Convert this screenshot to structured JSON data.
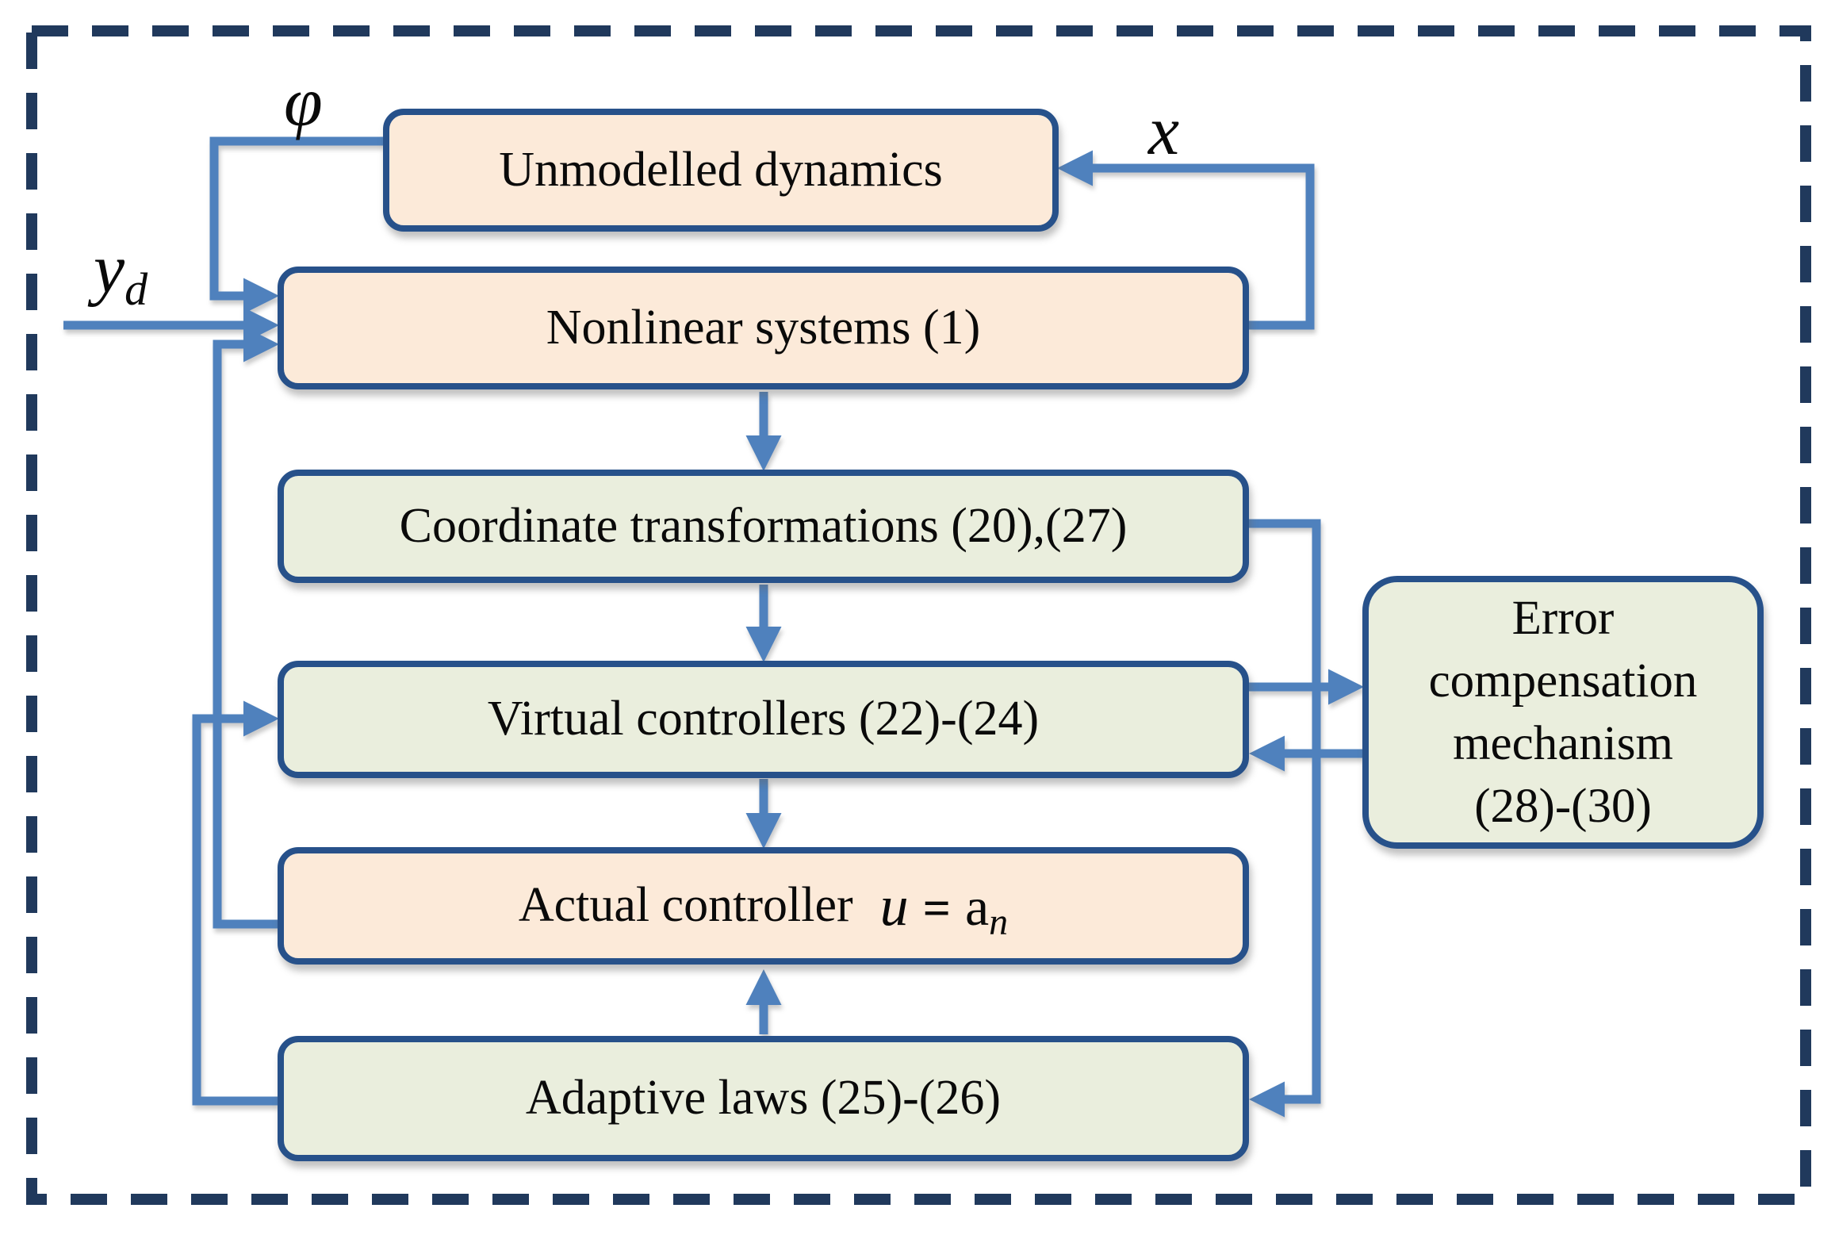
{
  "boxes": {
    "unmodelled": {
      "label": "Unmodelled dynamics"
    },
    "nonlinear": {
      "label": "Nonlinear systems (1)"
    },
    "coordinate": {
      "label": "Coordinate transformations (20),(27)"
    },
    "virtual": {
      "label": "Virtual controllers (22)-(24)"
    },
    "actual": {
      "prefix": "Actual controller",
      "var": "u",
      "eq": "=",
      "base": "a",
      "sub": "n"
    },
    "adaptive": {
      "label": "Adaptive laws (25)-(26)"
    },
    "error": {
      "line1": "Error",
      "line2": "compensation",
      "line3": "mechanism",
      "line4": "(28)-(30)"
    }
  },
  "labels": {
    "phi": "φ",
    "x": "x",
    "yd_base": "y",
    "yd_sub": "d"
  },
  "colors": {
    "box_fill_peach": "#fcead9",
    "box_fill_green": "#eaeedd",
    "box_border": "#27518a",
    "connector_blue": "#4f81bd",
    "outer_dash": "#20395c",
    "text": "#0a0a0a",
    "background": "#ffffff"
  }
}
